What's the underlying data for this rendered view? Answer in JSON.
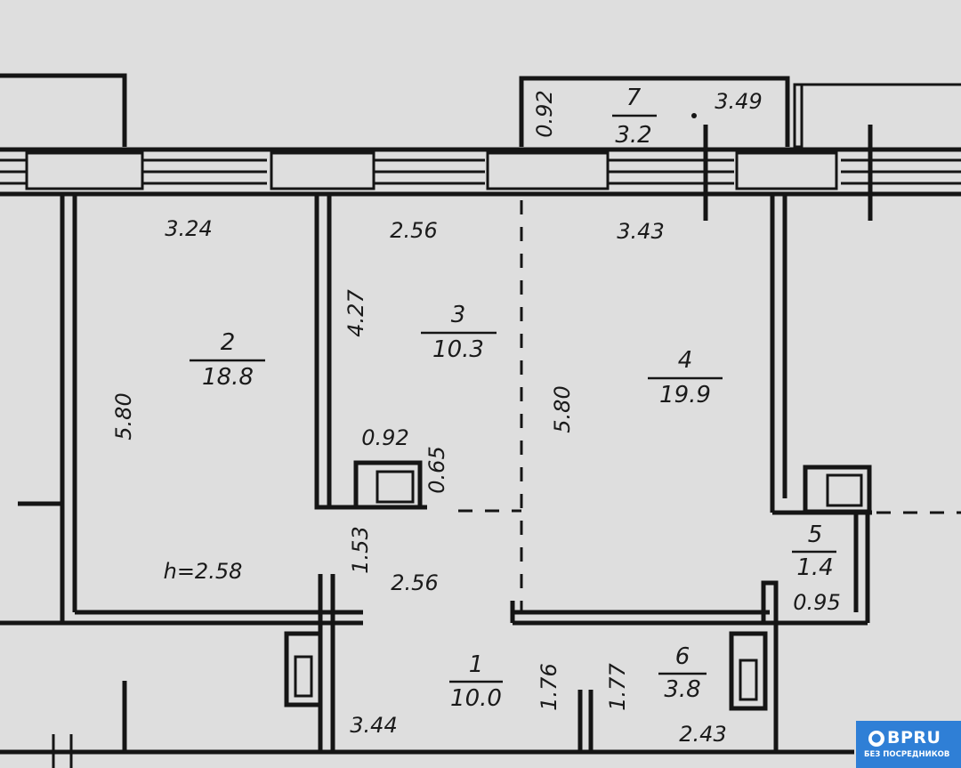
{
  "rooms": [
    {
      "number": "1",
      "area": "10.0"
    },
    {
      "number": "2",
      "area": "18.8"
    },
    {
      "number": "3",
      "area": "10.3"
    },
    {
      "number": "4",
      "area": "19.9"
    },
    {
      "number": "5",
      "area": "1.4"
    },
    {
      "number": "6",
      "area": "3.8"
    },
    {
      "number": "7",
      "area": "3.2"
    }
  ],
  "dimensions": {
    "room2_width": "3.24",
    "room2_length": "5.80",
    "room3_width": "2.56",
    "room3_length": "4.27",
    "room4_width": "3.43",
    "room4_length": "5.80",
    "room7_width": "3.49",
    "room7_depth": "0.92",
    "shaft_width": "0.92",
    "shaft_depth": "0.65",
    "corridor_depth": "1.53",
    "corridor_width": "2.56",
    "room1_width": "3.44",
    "partition_a": "1.76",
    "partition_b": "1.77",
    "room5_width": "0.95",
    "room6_width": "2.43"
  },
  "ceiling_height": "h=2.58",
  "watermark": {
    "brand": "BPRU",
    "tagline": "БЕЗ ПОСРЕДНИКОВ"
  }
}
